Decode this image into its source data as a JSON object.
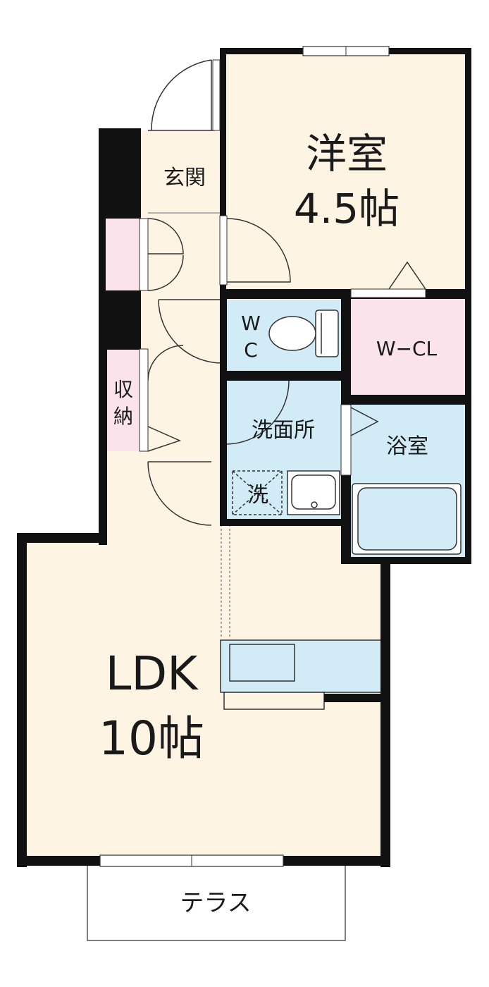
{
  "rooms": {
    "western_room": {
      "name": "洋室",
      "size": "4.5帖"
    },
    "entrance": {
      "name": "玄関"
    },
    "wc_top": "W",
    "wc_bottom": "C",
    "walk_in_closet": {
      "name": "W−CL"
    },
    "storage_top": "収",
    "storage_bottom": "納",
    "washroom": {
      "name": "洗面所"
    },
    "washer": {
      "name": "洗"
    },
    "bathroom": {
      "name": "浴室"
    },
    "ldk": {
      "name": "LDK",
      "size": "10帖"
    },
    "terrace": {
      "name": "テラス"
    }
  },
  "colors": {
    "wall": "#111111",
    "floor": "#fdf4e3",
    "wet_area": "#d2ecf7",
    "closet": "#fbe3ec",
    "line": "#444444"
  }
}
